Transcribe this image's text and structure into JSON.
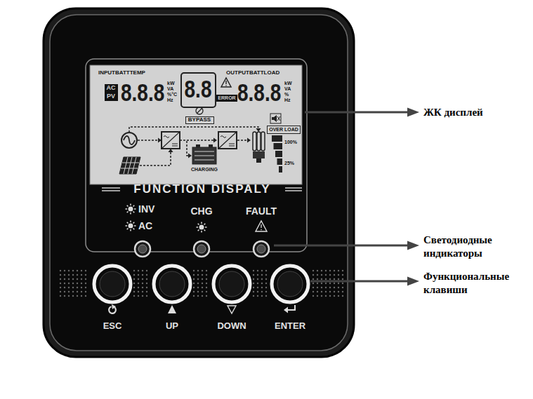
{
  "diagram": {
    "nodes": [
      {
        "text": [
          "AC"
        ]
      },
      {
        "text": [
          "PV"
        ]
      },
      {
        "text": [
          "8.8"
        ]
      },
      {
        "text": [
          "ERROR"
        ]
      },
      {
        "text": [
          "BYPASS"
        ]
      },
      {
        "text": [
          "OVER LOAD"
        ]
      }
    ],
    "labels": [
      "INPUTBATTTEMP",
      "8.8.8",
      "kW",
      "VA",
      "%°C",
      "Hz",
      "OUTPUTBATTLOAD",
      "8.8.8",
      "kW",
      "VA",
      "%",
      "Hz",
      "CHARGING",
      "100%",
      "25%",
      "FUNCTION DISPALY",
      "INV",
      "AC",
      "CHG",
      "FAULT",
      "ESC",
      "UP",
      "DOWN",
      "ENTER",
      "ЖК дисплей",
      "Светодиодные индикаторы",
      "Функциональные клавиши"
    ]
  }
}
